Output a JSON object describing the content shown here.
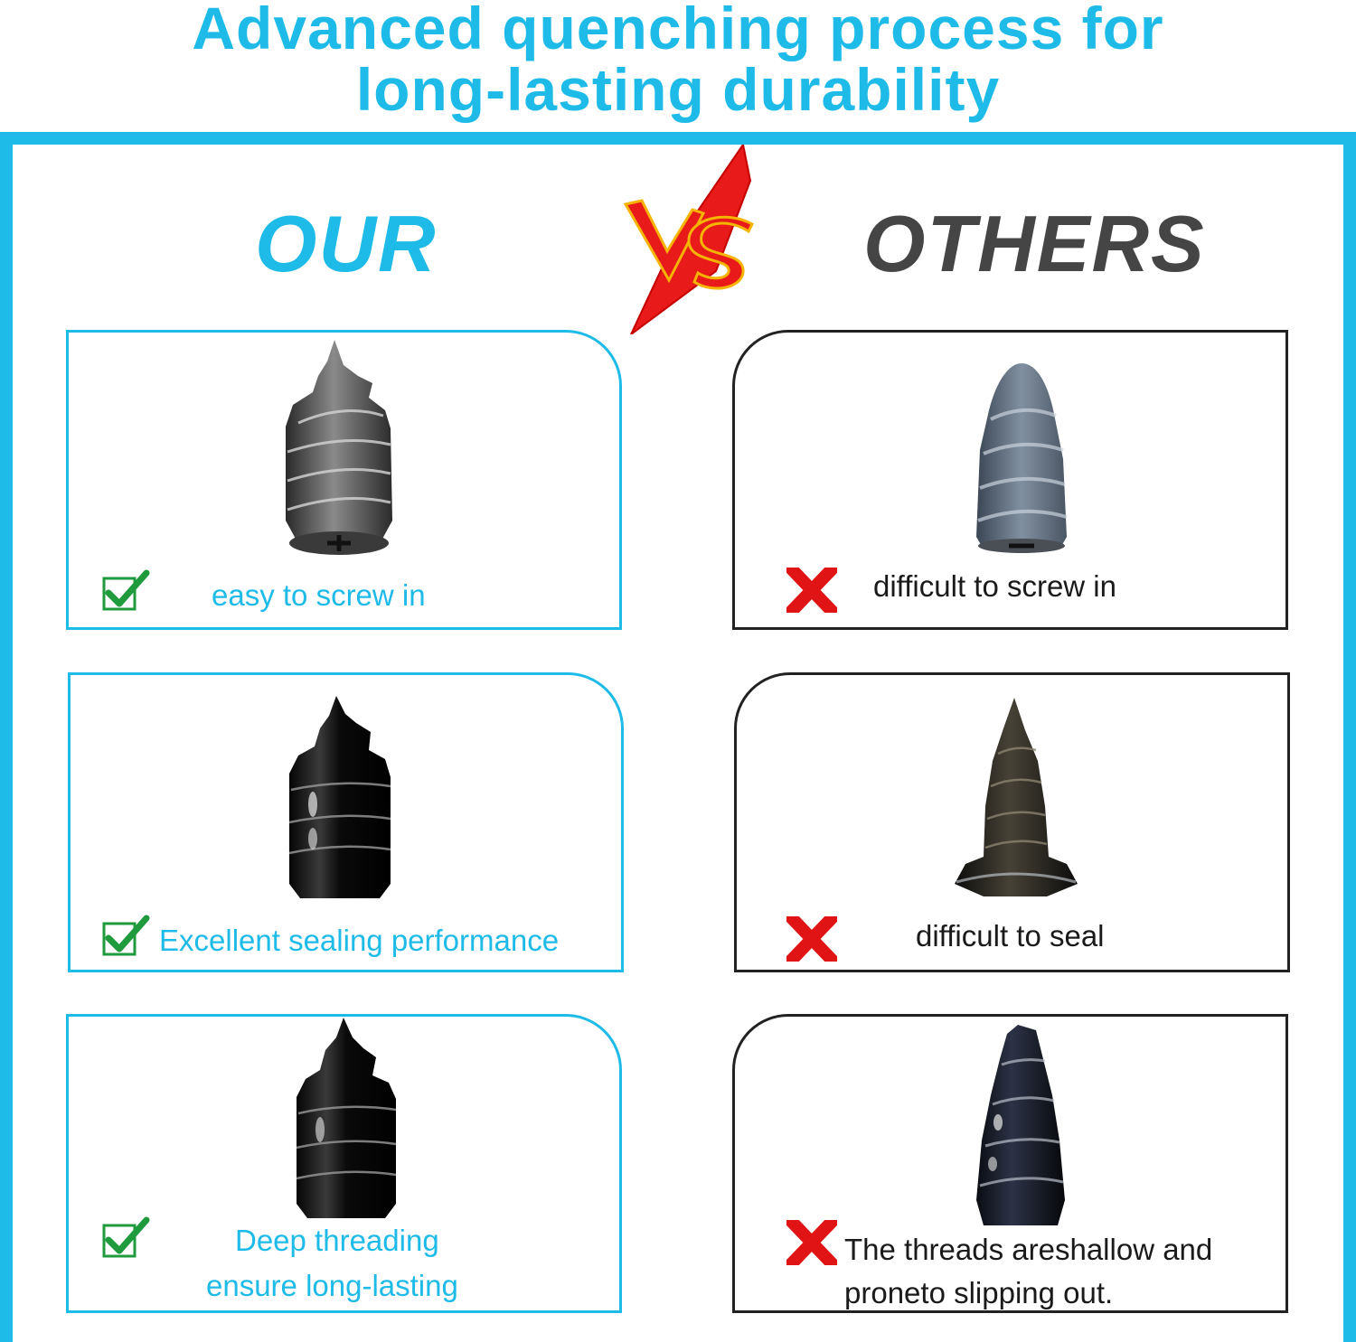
{
  "headline": {
    "line1": "Advanced quenching process for",
    "line2": "long-lasting durability"
  },
  "columns": {
    "our_label": "OUR",
    "others_label": "OTHERS",
    "versus_label": "VS"
  },
  "our_items": [
    {
      "text": "easy to screw in",
      "icon": "check-icon",
      "screw": "grey-metallic-screw"
    },
    {
      "text": "Excellent sealing performance",
      "icon": "check-icon",
      "screw": "glossy-black-screw"
    },
    {
      "text_line1": "Deep threading",
      "text_line2": "ensure long-lasting",
      "icon": "check-icon",
      "screw": "glossy-black-screw"
    }
  ],
  "other_items": [
    {
      "text": "difficult to screw in",
      "icon": "x-icon",
      "screw": "grey-rubber-screw"
    },
    {
      "text": "difficult to seal",
      "icon": "x-icon",
      "screw": "speckled-black-screw"
    },
    {
      "text_line1": "The threads areshallow and",
      "text_line2": "proneto slipping out.",
      "icon": "x-icon",
      "screw": "dark-blue-black-screw"
    }
  ],
  "colors": {
    "accent": "#1ebbe8",
    "others_text": "#454545",
    "check": "#1f9a3c",
    "cross": "#e01414",
    "vs": "#e81a1a"
  }
}
